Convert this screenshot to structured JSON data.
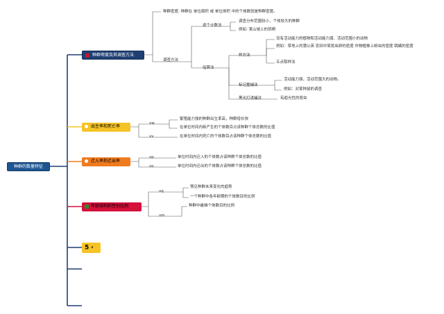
{
  "root": {
    "label": "种群的数量特征"
  },
  "density": {
    "label": "种群密度及其调查方法",
    "definition": "种群密度: 种群在 单位面积 或 单位体积 中的个体数就是种群密度。",
    "survey_method": "调查方法",
    "count_method": {
      "label": "逐个计数法",
      "items": [
        "调查分布范围较小，个体较大的种群",
        "例如: 某山坡上的珙桐"
      ]
    },
    "estimate_method": {
      "label": "估算法",
      "quadrat": {
        "label": "样方法",
        "items": [
          "没有活动能力的植物和活动能力弱、活动范围小的动物",
          "例如：草地上的蒲公英 农田中某昆虫卵的密度 作物植株上蚜虫的密度 跳蝻的密度",
          "五点取样法"
        ]
      },
      "mark_recapture": {
        "label": "标记重捕法",
        "items": [
          "活动能力强，活动范围大的动物。",
          "例如：对某种鼠的调查"
        ]
      },
      "light_trap": {
        "label": "黑光灯诱捕法",
        "item": "有趋光性的昆虫"
      }
    }
  },
  "birth_death": {
    "label": "出生率和死亡率",
    "birth": {
      "tag": "vw",
      "items": [
        "繁殖能力强的种群出生率高，种群增长快",
        "在单位时间内新产生的个体数目占该种群个体总数的比值"
      ]
    },
    "death": {
      "tag": "vv",
      "item": "在单位时间内死亡的个体数目占该种群个体总数的比值"
    }
  },
  "migration": {
    "label": "迁入率和迁出率",
    "in": {
      "tag": "vp",
      "item": "单位时间内迁入的个体数占该种群个体总数的比值"
    },
    "out": {
      "tag": "vo",
      "item": "单位时间内迁出的个体数占该种群个体总数的比值"
    }
  },
  "age_sex": {
    "label": "年龄结构和性别比例",
    "age": {
      "tag": "vq",
      "items": [
        "预见种群未来变化的趋势",
        "一个种群中各年龄期的个体数目的比例"
      ]
    },
    "sex": {
      "tag": "vm",
      "item": "种群中雌雄个体数目的比例"
    }
  },
  "fifth": {
    "label": "5",
    "sub": "a"
  },
  "colors": {
    "root": "#1d5591",
    "density": "#1f3f73",
    "birth": "#f6c326",
    "migration": "#ef7b1e",
    "age": "#d4103b",
    "spine": "#1f3f73"
  }
}
